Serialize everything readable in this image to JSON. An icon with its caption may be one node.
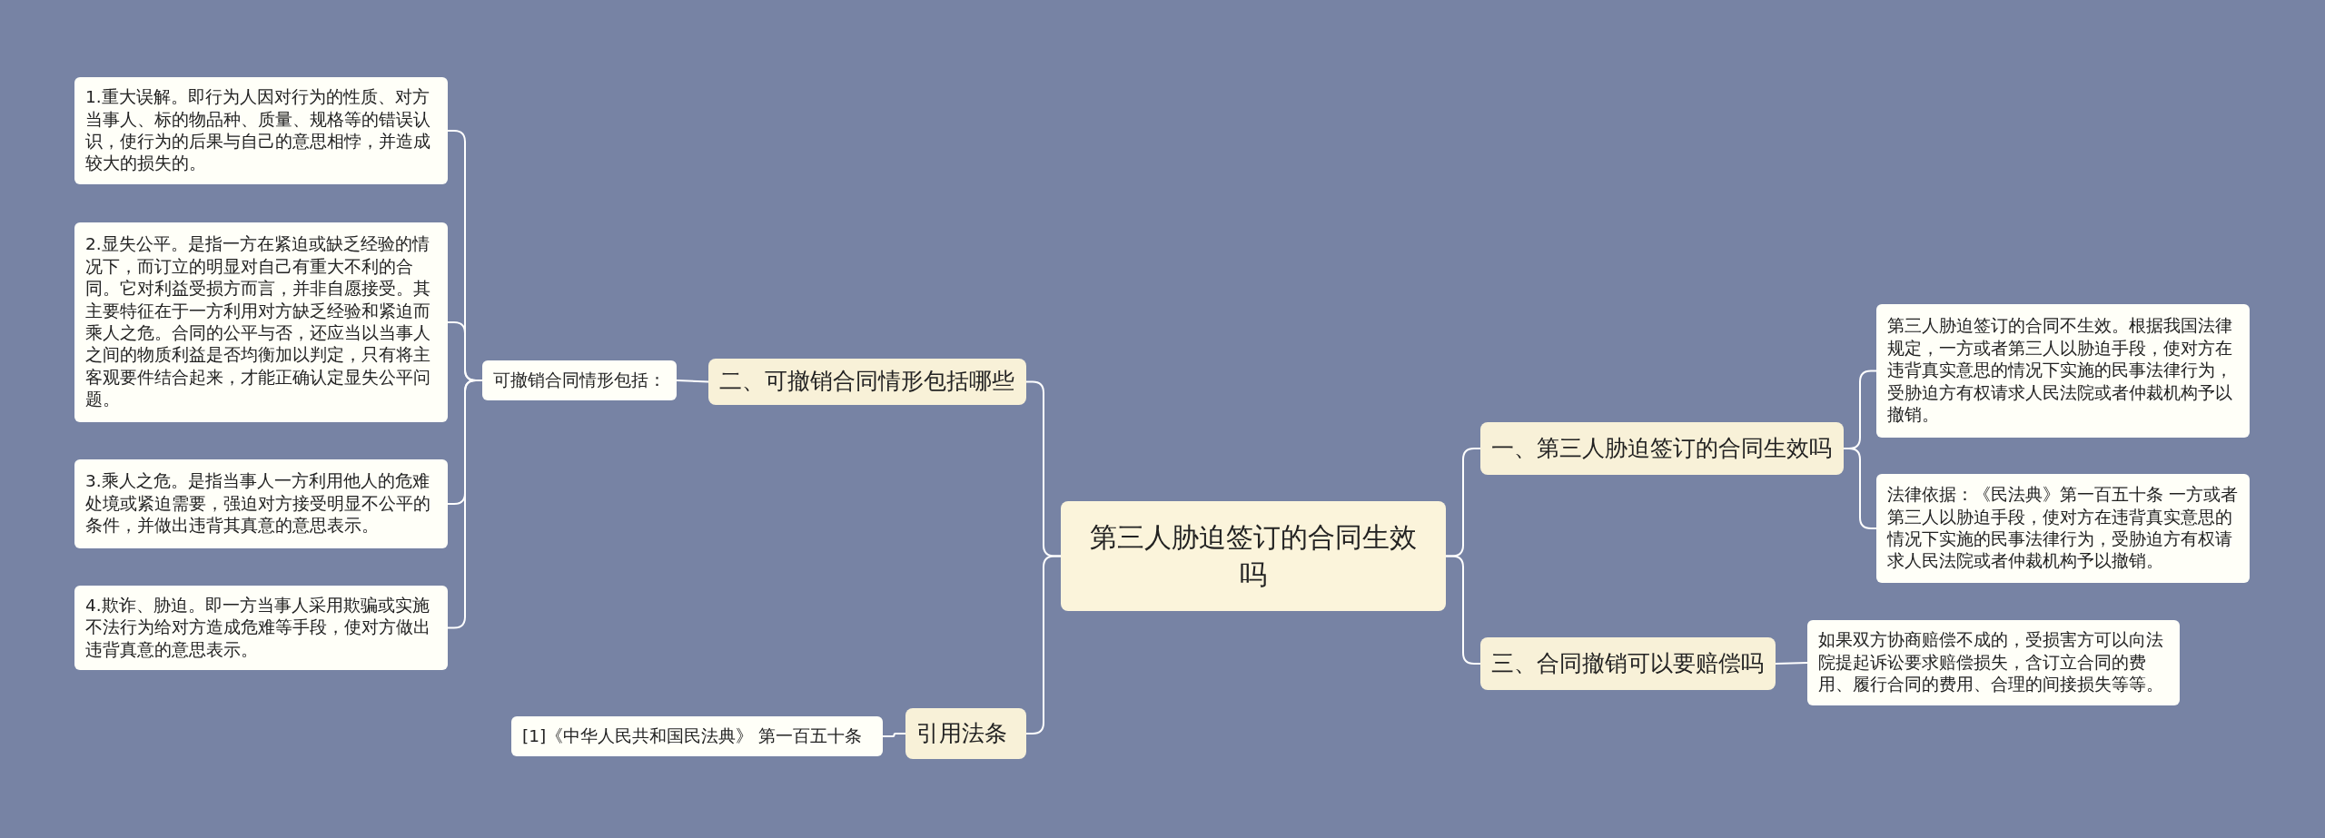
{
  "diagram": {
    "nodes": [
      {
        "text": [
          "第三人胁迫签订的合同生效吗"
        ]
      },
      {
        "text": [
          "二、可撤销合同情形包括哪些"
        ]
      },
      {
        "text": [
          "可撤销合同情形包括："
        ]
      },
      {
        "text": [
          "1.重大误解。即行为人因对行为的性质、对方当事人、标的物品种、质量、规格等的错误认识，使行为的后果与自己的意思相悖，并造成较大的损失的。"
        ]
      },
      {
        "text": [
          "2.显失公平。是指一方在紧迫或缺乏经验的情况下，而订立的明显对自己有重大不利的合同。它对利益受损方而言，并非自愿接受。其主要特征在于一方利用对方缺乏经验和紧迫而乘人之危。合同的公平与否，还应当以当事人之间的物质利益是否均衡加以判定，只有将主客观要件结合起来，才能正确认定显失公平问题。"
        ]
      },
      {
        "text": [
          "3.乘人之危。是指当事人一方利用他人的危难处境或紧迫需要，强迫对方接受明显不公平的条件，并做出违背其真意的意思表示。"
        ]
      },
      {
        "text": [
          "4.欺诈、胁迫。即一方当事人采用欺骗或实施不法行为给对方造成危难等手段，使对方做出违背真意的意思表示。"
        ]
      },
      {
        "text": [
          "引用法条"
        ]
      },
      {
        "text": [
          "[1]《中华人民共和国民法典》 第一百五十条"
        ]
      },
      {
        "text": [
          "一、第三人胁迫签订的合同生效吗"
        ]
      },
      {
        "text": [
          "第三人胁迫签订的合同不生效。根据我国法律规定，一方或者第三人以胁迫手段，使对方在违背真实意思的情况下实施的民事法律行为，受胁迫方有权请求人民法院或者仲裁机构予以撤销。"
        ]
      },
      {
        "text": [
          "法律依据：《民法典》第一百五十条 一方或者第三人以胁迫手段，使对方在违背真实意思的情况下实施的民事法律行为，受胁迫方有权请求人民法院或者仲裁机构予以撤销。"
        ]
      },
      {
        "text": [
          "三、合同撤销可以要赔偿吗"
        ]
      },
      {
        "text": [
          "如果双方协商赔偿不成的，受损害方可以向法院提起诉讼要求赔偿损失，含订立合同的费用、履行合同的费用、合理的间接损失等等。"
        ]
      }
    ],
    "edges": [
      {
        "from": 0,
        "to": 1,
        "arrow": "none"
      },
      {
        "from": 1,
        "to": 2,
        "arrow": "none"
      },
      {
        "from": 2,
        "to": 3,
        "arrow": "none"
      },
      {
        "from": 2,
        "to": 4,
        "arrow": "none"
      },
      {
        "from": 2,
        "to": 5,
        "arrow": "none"
      },
      {
        "from": 2,
        "to": 6,
        "arrow": "none"
      },
      {
        "from": 0,
        "to": 7,
        "arrow": "none"
      },
      {
        "from": 7,
        "to": 8,
        "arrow": "none"
      },
      {
        "from": 0,
        "to": 9,
        "arrow": "none"
      },
      {
        "from": 9,
        "to": 10,
        "arrow": "none"
      },
      {
        "from": 9,
        "to": 11,
        "arrow": "none"
      },
      {
        "from": 0,
        "to": 12,
        "arrow": "none"
      },
      {
        "from": 12,
        "to": 13,
        "arrow": "none"
      }
    ]
  }
}
